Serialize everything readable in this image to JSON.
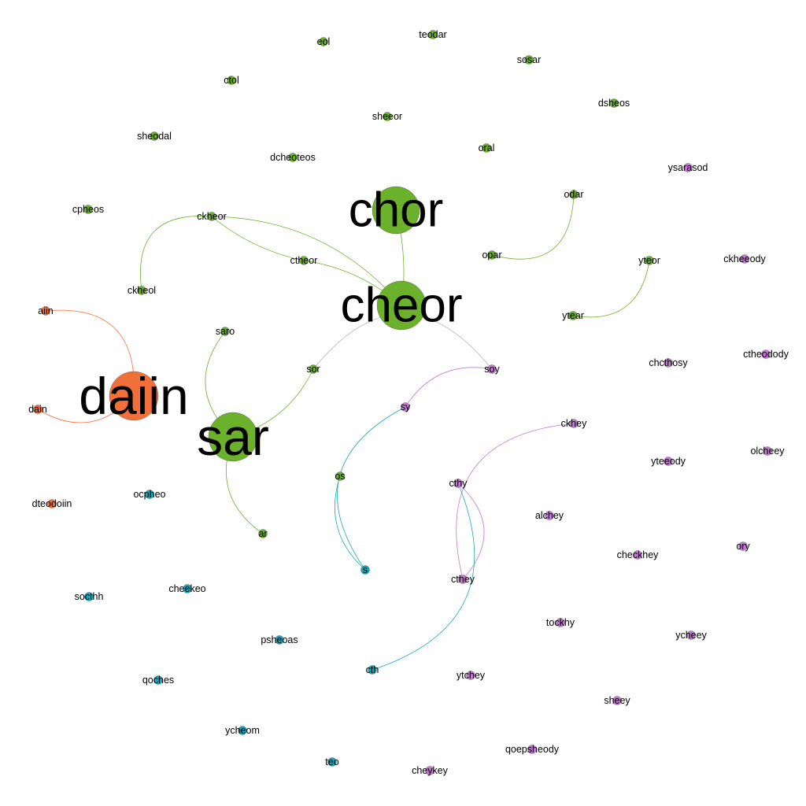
{
  "colors": {
    "green": "#6cb12b",
    "orange": "#f1703a",
    "cyan": "#1aa7bd",
    "purple": "#c37ad1"
  },
  "nodes": [
    {
      "id": "chor",
      "label": "chor",
      "group": "green",
      "weight": 10
    },
    {
      "id": "cheor",
      "label": "cheor",
      "group": "green",
      "weight": 9
    },
    {
      "id": "daiin",
      "label": "daiin",
      "group": "orange",
      "weight": 9
    },
    {
      "id": "sar",
      "label": "sar",
      "group": "green",
      "weight": 10
    },
    {
      "id": "eol",
      "label": "eol",
      "group": "green",
      "weight": 1
    },
    {
      "id": "teodar",
      "label": "teodar",
      "group": "green",
      "weight": 1
    },
    {
      "id": "sosar",
      "label": "sosar",
      "group": "green",
      "weight": 1
    },
    {
      "id": "ctol",
      "label": "ctol",
      "group": "green",
      "weight": 1
    },
    {
      "id": "dsheos",
      "label": "dsheos",
      "group": "green",
      "weight": 1
    },
    {
      "id": "sheeor",
      "label": "sheeor",
      "group": "green",
      "weight": 1
    },
    {
      "id": "sheodal",
      "label": "sheodal",
      "group": "green",
      "weight": 1
    },
    {
      "id": "oral",
      "label": "oral",
      "group": "green",
      "weight": 1
    },
    {
      "id": "dcheoteos",
      "label": "dcheoteos",
      "group": "green",
      "weight": 1
    },
    {
      "id": "ysarasod",
      "label": "ysarasod",
      "group": "purple",
      "weight": 1
    },
    {
      "id": "odar",
      "label": "odar",
      "group": "green",
      "weight": 1
    },
    {
      "id": "cpheos",
      "label": "cpheos",
      "group": "green",
      "weight": 1
    },
    {
      "id": "ckheor",
      "label": "ckheor",
      "group": "green",
      "weight": 1
    },
    {
      "id": "ctheor",
      "label": "ctheor",
      "group": "green",
      "weight": 1
    },
    {
      "id": "opar",
      "label": "opar",
      "group": "green",
      "weight": 1
    },
    {
      "id": "yteor",
      "label": "yteor",
      "group": "green",
      "weight": 1
    },
    {
      "id": "ckheeody",
      "label": "ckheeody",
      "group": "purple",
      "weight": 1
    },
    {
      "id": "ckheol",
      "label": "ckheol",
      "group": "green",
      "weight": 1
    },
    {
      "id": "aiin",
      "label": "aiin",
      "group": "orange",
      "weight": 1
    },
    {
      "id": "ytear",
      "label": "ytear",
      "group": "green",
      "weight": 1
    },
    {
      "id": "saro",
      "label": "saro",
      "group": "green",
      "weight": 1
    },
    {
      "id": "chcthosy",
      "label": "chcthosy",
      "group": "purple",
      "weight": 1
    },
    {
      "id": "ctheodody",
      "label": "ctheodody",
      "group": "purple",
      "weight": 1
    },
    {
      "id": "sor",
      "label": "sor",
      "group": "green",
      "weight": 1
    },
    {
      "id": "soy",
      "label": "soy",
      "group": "purple",
      "weight": 1
    },
    {
      "id": "dain",
      "label": "dain",
      "group": "orange",
      "weight": 1
    },
    {
      "id": "sy",
      "label": "sy",
      "group": "purple",
      "weight": 1
    },
    {
      "id": "ckhey",
      "label": "ckhey",
      "group": "purple",
      "weight": 1
    },
    {
      "id": "yteeody",
      "label": "yteeody",
      "group": "purple",
      "weight": 1
    },
    {
      "id": "olcheey",
      "label": "olcheey",
      "group": "purple",
      "weight": 1
    },
    {
      "id": "os",
      "label": "os",
      "group": "green",
      "weight": 1
    },
    {
      "id": "cthy",
      "label": "cthy",
      "group": "purple",
      "weight": 1
    },
    {
      "id": "ocpheo",
      "label": "ocpheo",
      "group": "cyan",
      "weight": 1
    },
    {
      "id": "dteodoiin",
      "label": "dteodoiin",
      "group": "orange",
      "weight": 1
    },
    {
      "id": "alchey",
      "label": "alchey",
      "group": "purple",
      "weight": 1
    },
    {
      "id": "ar",
      "label": "ar",
      "group": "green",
      "weight": 1
    },
    {
      "id": "ory",
      "label": "ory",
      "group": "purple",
      "weight": 1
    },
    {
      "id": "checkhey",
      "label": "checkhey",
      "group": "purple",
      "weight": 1
    },
    {
      "id": "s",
      "label": "s",
      "group": "cyan",
      "weight": 1
    },
    {
      "id": "cthey",
      "label": "cthey",
      "group": "purple",
      "weight": 1
    },
    {
      "id": "cheekeo",
      "label": "cheekeo",
      "group": "cyan",
      "weight": 1
    },
    {
      "id": "socthh",
      "label": "socthh",
      "group": "cyan",
      "weight": 1
    },
    {
      "id": "tockhy",
      "label": "tockhy",
      "group": "purple",
      "weight": 1
    },
    {
      "id": "ycheey",
      "label": "ycheey",
      "group": "purple",
      "weight": 1
    },
    {
      "id": "psheoas",
      "label": "psheoas",
      "group": "cyan",
      "weight": 1
    },
    {
      "id": "cth",
      "label": "cth",
      "group": "cyan",
      "weight": 1
    },
    {
      "id": "qoches",
      "label": "qoches",
      "group": "cyan",
      "weight": 1
    },
    {
      "id": "ytchey",
      "label": "ytchey",
      "group": "purple",
      "weight": 1
    },
    {
      "id": "sheey",
      "label": "sheey",
      "group": "purple",
      "weight": 1
    },
    {
      "id": "ycheom",
      "label": "ycheom",
      "group": "cyan",
      "weight": 1
    },
    {
      "id": "qoepsheody",
      "label": "qoepsheody",
      "group": "purple",
      "weight": 1
    },
    {
      "id": "teo",
      "label": "teo",
      "group": "cyan",
      "weight": 1
    },
    {
      "id": "cheykey",
      "label": "cheykey",
      "group": "purple",
      "weight": 1
    }
  ],
  "edges": [
    {
      "source": "chor",
      "target": "cheor",
      "group": "green"
    },
    {
      "source": "ckheor",
      "target": "cheor",
      "group": "green"
    },
    {
      "source": "ckheor",
      "target": "ctheor",
      "group": "green"
    },
    {
      "source": "ckheor",
      "target": "ckheol",
      "group": "green"
    },
    {
      "source": "ctheor",
      "target": "cheor",
      "group": "green"
    },
    {
      "source": "odar",
      "target": "opar",
      "group": "green"
    },
    {
      "source": "yteor",
      "target": "ytear",
      "group": "green"
    },
    {
      "source": "aiin",
      "target": "daiin",
      "group": "orange"
    },
    {
      "source": "dain",
      "target": "daiin",
      "group": "orange"
    },
    {
      "source": "saro",
      "target": "sar",
      "group": "green"
    },
    {
      "source": "sor",
      "target": "sar",
      "group": "green"
    },
    {
      "source": "sar",
      "target": "ar",
      "group": "green"
    },
    {
      "source": "sor",
      "target": "soy",
      "group": "gray"
    },
    {
      "source": "sy",
      "target": "soy",
      "group": "purple"
    },
    {
      "source": "sy",
      "target": "s",
      "group": "cyan"
    },
    {
      "source": "os",
      "target": "s",
      "group": "cyan"
    },
    {
      "source": "cthy",
      "target": "cthey",
      "group": "purple"
    },
    {
      "source": "ckhey",
      "target": "cthey",
      "group": "purple"
    },
    {
      "source": "cthy",
      "target": "cth",
      "group": "cyan"
    }
  ]
}
